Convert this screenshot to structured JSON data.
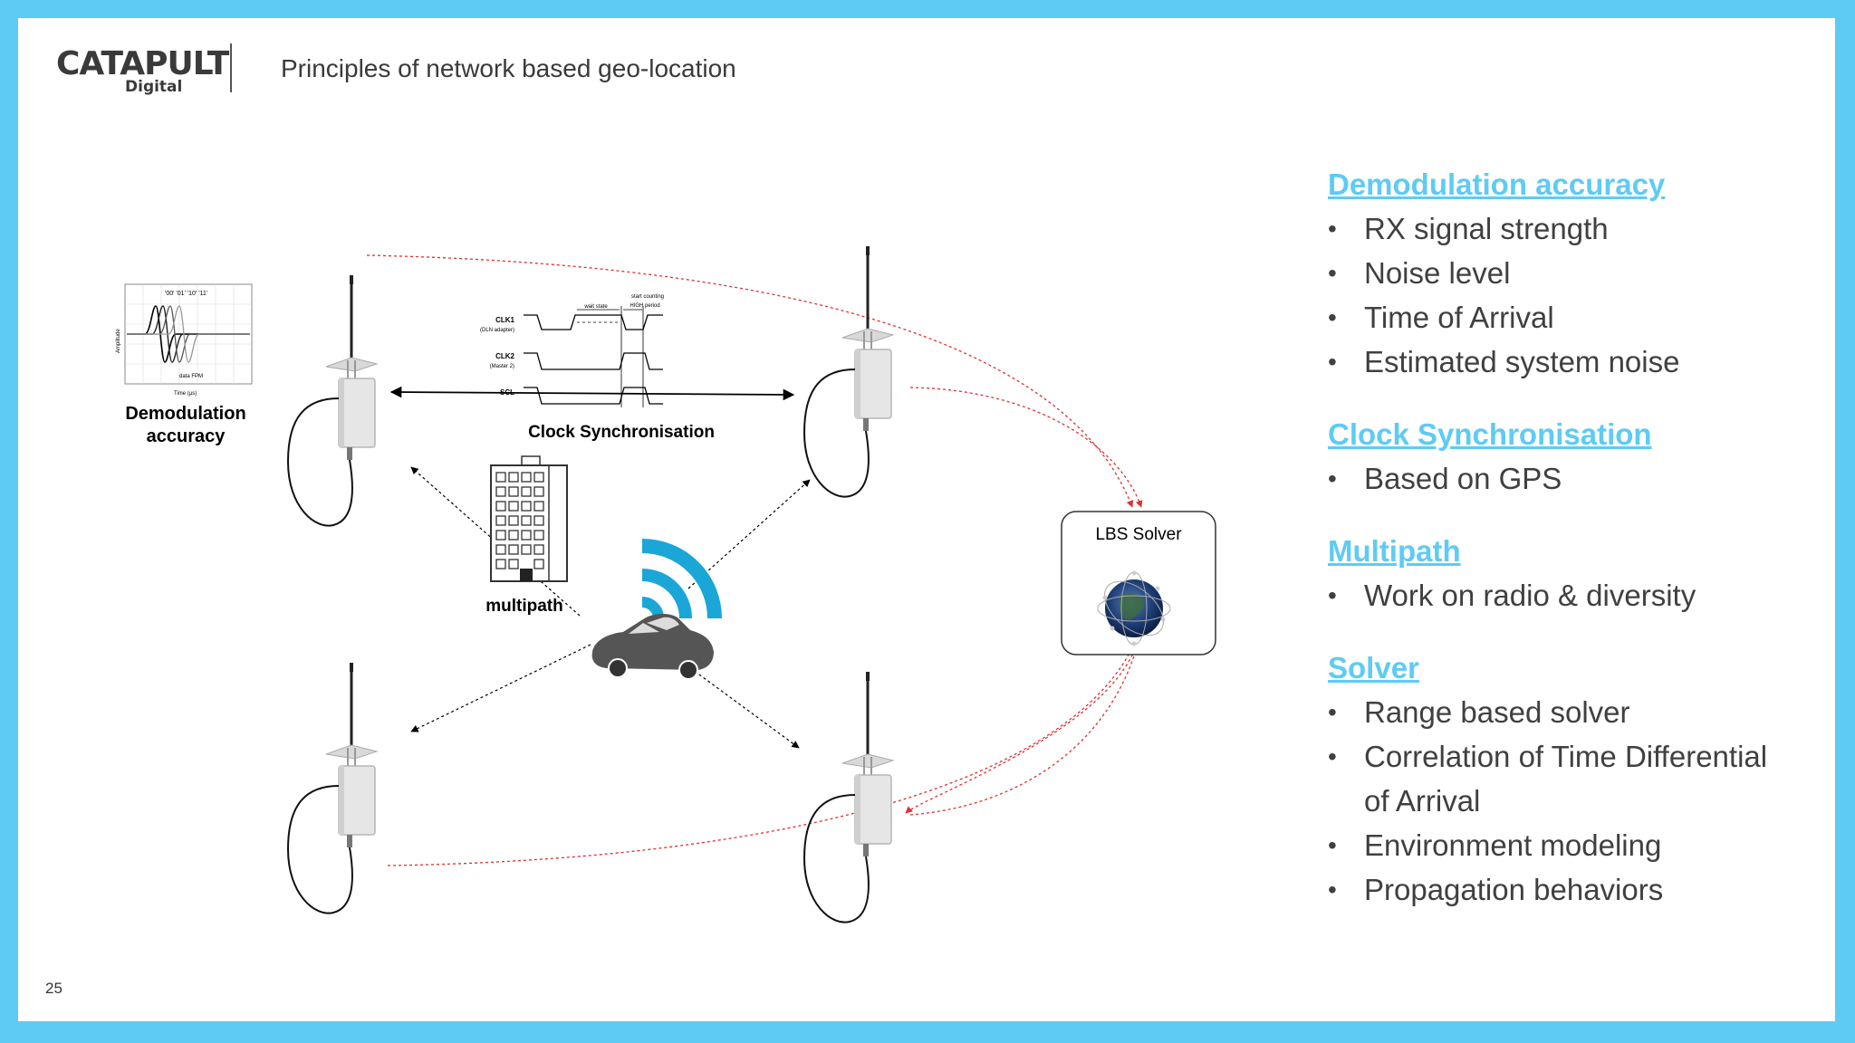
{
  "header": {
    "logo_top": "CATAPULT",
    "logo_bottom": "Digital",
    "title": "Principles of network based geo-location"
  },
  "page_number": "25",
  "diagram": {
    "demod_label_line1": "Demodulation",
    "demod_label_line2": "accuracy",
    "clock_sync_label": "Clock Synchronisation",
    "multipath_label": "multipath",
    "solver_label": "LBS Solver",
    "timing": {
      "clk1": "CLK1",
      "clk1_sub": "(DLN adapter)",
      "clk2": "CLK2",
      "clk2_sub": "(Master 2)",
      "scl": "SCL",
      "wait_state": "wait state",
      "start_counting": "start counting",
      "high_period": "HIGH period"
    },
    "waveform": {
      "legend": "'00' '01' '10' '11'",
      "xlabel": "Time   (µs)",
      "ylabel": "Amplitude",
      "sub": "data FPM"
    },
    "colors": {
      "signal_arc": "#1aa7d8",
      "dotted_red": "#e03030",
      "car": "#555555"
    }
  },
  "panel": {
    "sections": [
      {
        "heading": "Demodulation accuracy",
        "items": [
          "RX signal strength",
          "Noise level",
          "Time of Arrival",
          "Estimated system noise"
        ]
      },
      {
        "heading": "Clock Synchronisation",
        "items": [
          "Based on GPS"
        ]
      },
      {
        "heading": "Multipath",
        "items": [
          "Work on radio & diversity"
        ]
      },
      {
        "heading": "Solver",
        "items": [
          "Range based solver",
          "Correlation of Time Differential of Arrival",
          "Environment modeling",
          "Propagation behaviors"
        ]
      }
    ]
  }
}
